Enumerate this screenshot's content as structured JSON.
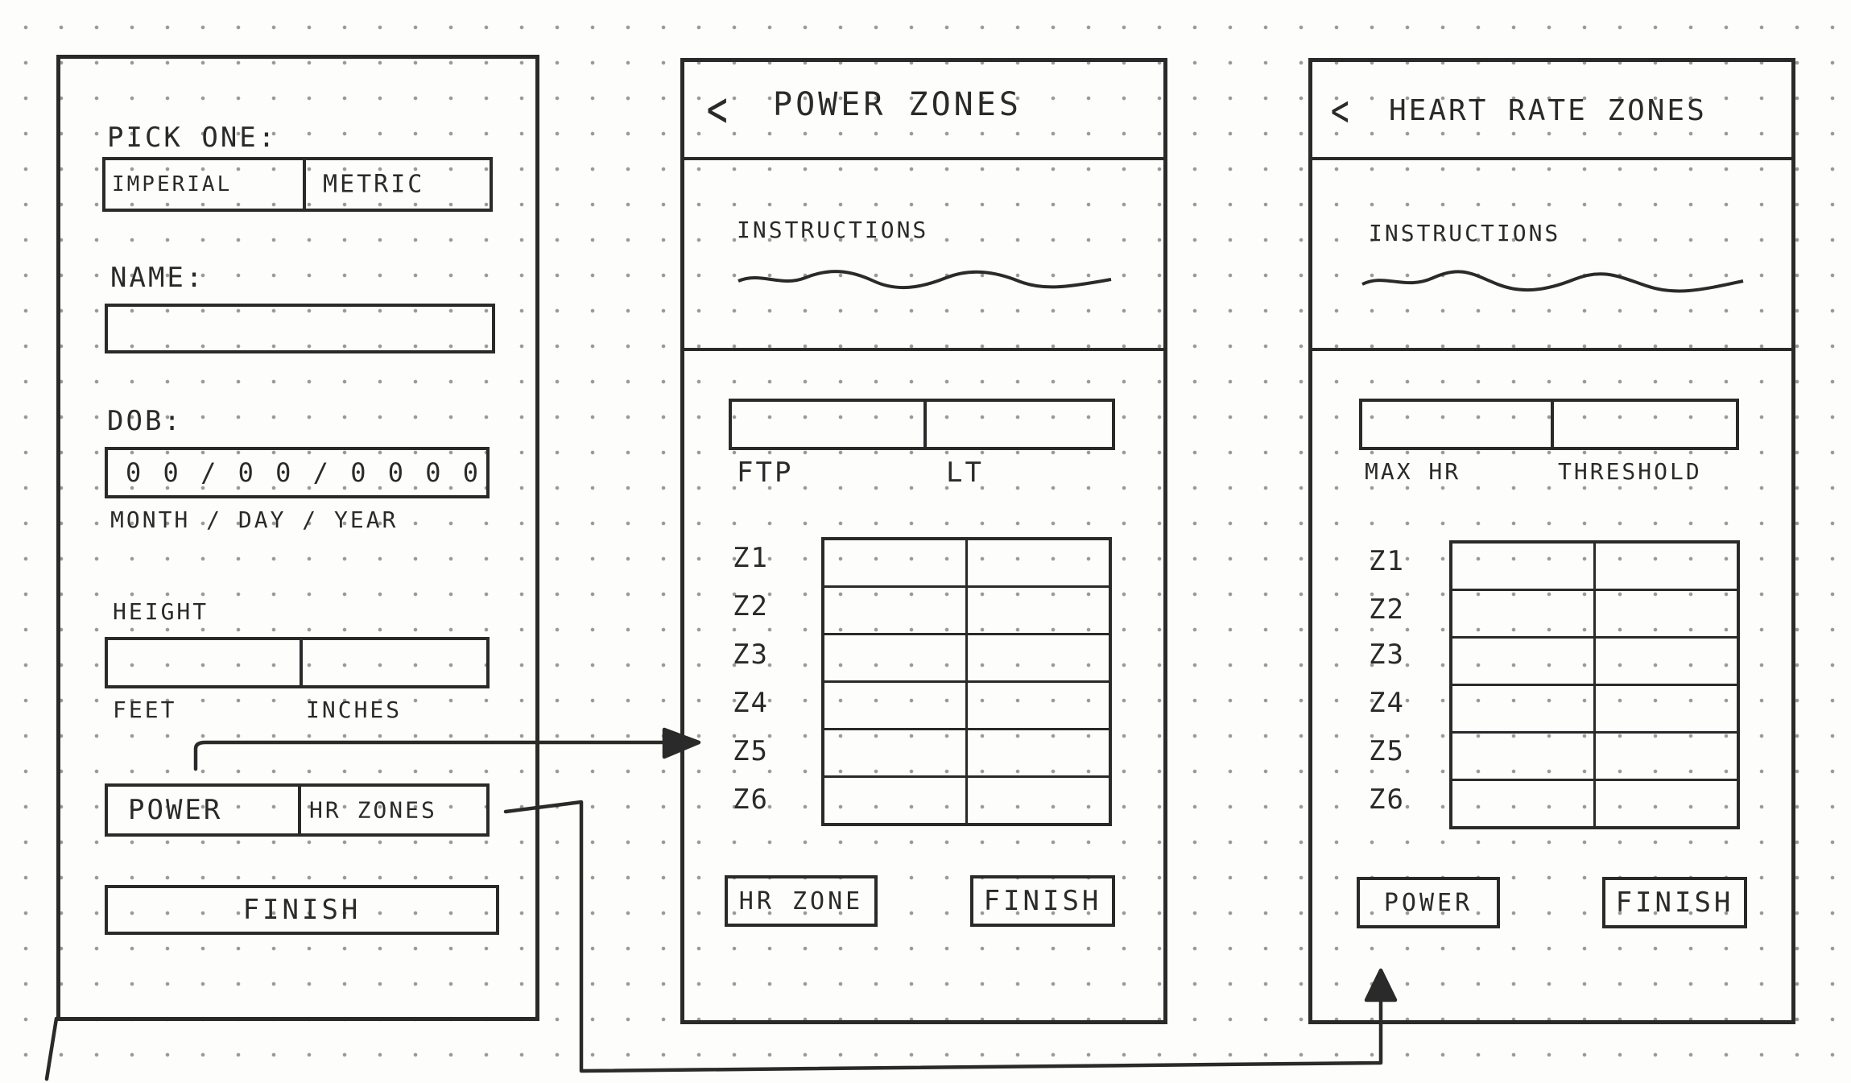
{
  "screen1": {
    "pick_label": "PICK ONE:",
    "units": [
      "IMPERIAL",
      "METRIC"
    ],
    "name_label": "NAME:",
    "dob_label": "DOB:",
    "dob_value": "0 0 / 0 0 / 0 0 0 0",
    "dob_hint": "MONTH / DAY / YEAR",
    "height_label": "HEIGHT",
    "height_sub": [
      "FEET",
      "INCHES"
    ],
    "zone_buttons": [
      "POWER",
      "HR ZONES"
    ],
    "finish": "FINISH"
  },
  "screen2": {
    "back": "<",
    "title": "POWER ZONES",
    "instructions": "INSTRUCTIONS",
    "field_labels": [
      "FTP",
      "LT"
    ],
    "zones": [
      "Z1",
      "Z2",
      "Z3",
      "Z4",
      "Z5",
      "Z6"
    ],
    "buttons": [
      "HR ZONE",
      "FINISH"
    ]
  },
  "screen3": {
    "back": "<",
    "title": "HEART RATE ZONES",
    "instructions": "INSTRUCTIONS",
    "field_labels": [
      "MAX HR",
      "THRESHOLD"
    ],
    "zones": [
      "Z1",
      "Z2",
      "Z3",
      "Z4",
      "Z5",
      "Z6"
    ],
    "buttons": [
      "POWER",
      "FINISH"
    ]
  }
}
